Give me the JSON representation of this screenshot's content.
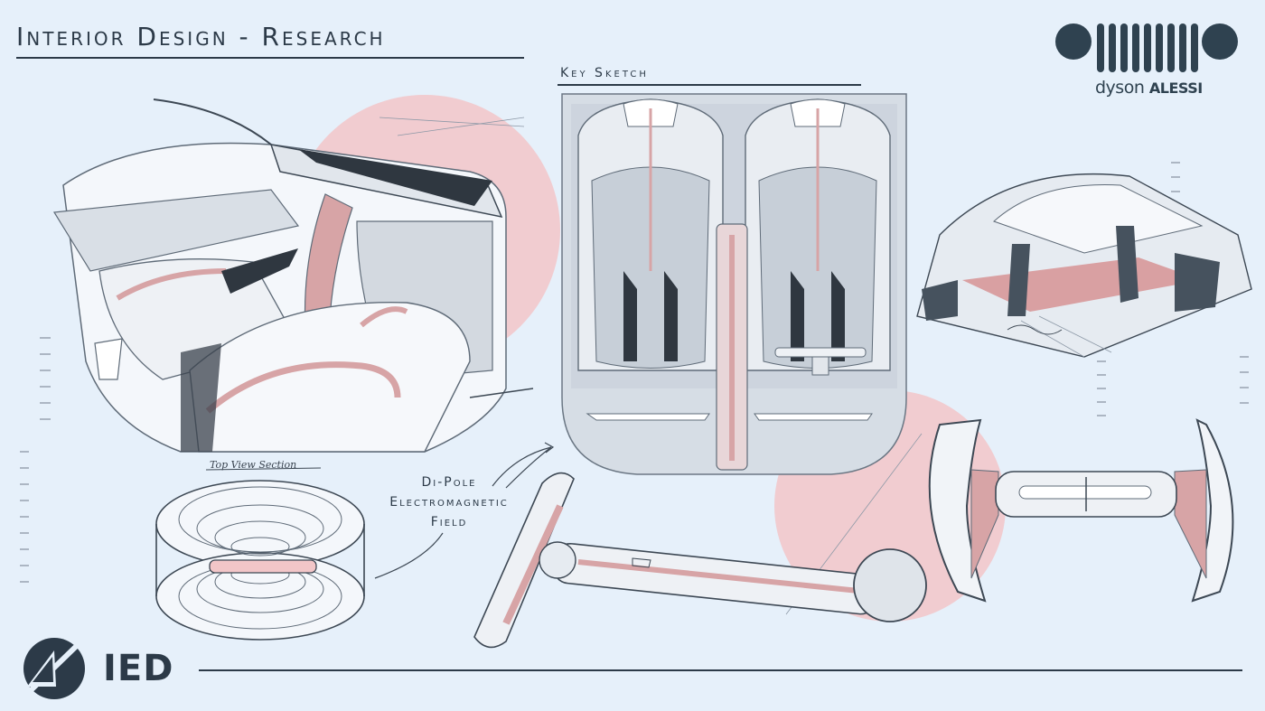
{
  "board": {
    "title": "Interior Design - Research",
    "key_sketch_title": "Key Sketch",
    "annotation": {
      "line1": "Di-Pole",
      "line2": "Electromagnetic",
      "line3": "Field"
    },
    "field_sketch_caption": "Top View Section"
  },
  "brand": {
    "name_regular": "dyson",
    "name_bold": "ALESSI",
    "logo_bars": 9
  },
  "institution": {
    "logo_text": "IED"
  },
  "colors": {
    "background": "#e6f0fa",
    "ink": "#2c3a48",
    "accent_pink": "#f2c6c8",
    "rose_detail": "#d7a4a6",
    "metal_grey": "#b8c0ca"
  }
}
